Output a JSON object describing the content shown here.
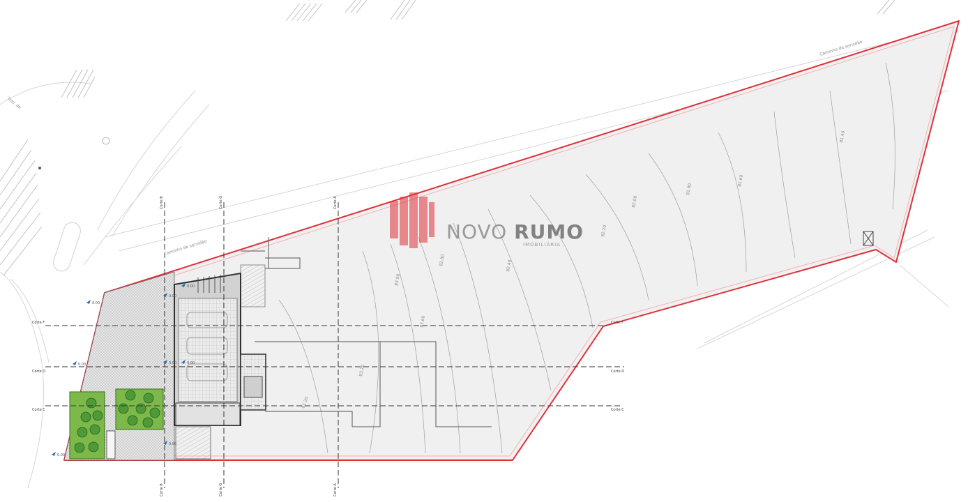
{
  "watermark": {
    "brand_light": "NOVO ",
    "brand_bold": "RUMO",
    "subtitle": "IMOBILIÁRIA",
    "color": "#e0303a"
  },
  "road_labels": {
    "service_road_north": "Caminho de servidão",
    "service_road_west": "Caminho de servidão",
    "lane_west": "Trav. de"
  },
  "contours": [
    "83.60",
    "83.20",
    "83.00",
    "82.80",
    "82.40",
    "82.20",
    "82.00",
    "81.80",
    "81.60",
    "81.40",
    "81.20"
  ],
  "section_cuts": {
    "F": {
      "left": "Corte F",
      "right": "Corte F"
    },
    "D": {
      "left": "Corte D",
      "right": "Corte D"
    },
    "C": {
      "left": "Corte C",
      "right": "Corte C"
    },
    "B": {
      "top": "Corte B",
      "bottom": "Corte B"
    },
    "G": {
      "top": "Corte G",
      "bottom": "Corte G"
    },
    "A": {
      "top": "Corte A",
      "bottom": "Corte A"
    }
  },
  "level_marks": [
    "0.00",
    "0.00",
    "0.00",
    "0.00",
    "0.00",
    "0.00",
    "0.00",
    "0.00"
  ],
  "colors": {
    "boundary": "#e0303a",
    "plot_fill": "#f0f0f0",
    "garden": "#7cb94a",
    "tree": "#3f8e2f"
  }
}
